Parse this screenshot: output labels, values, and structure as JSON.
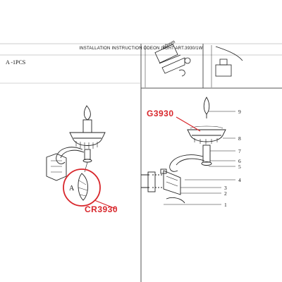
{
  "header": {
    "title": "INSTALLATION INSTRUCTION ODEON LIGHT ART.3930/1W",
    "quantity_label": "A -1PCS"
  },
  "left_panel": {
    "part_code": "CR3930",
    "callout_letter": "A"
  },
  "right_panel": {
    "part_code": "G3930",
    "top_detail_dimension": "60mm",
    "part_numbers": [
      "9",
      "8",
      "7",
      "6",
      "5",
      "4",
      "3",
      "2",
      "1"
    ]
  },
  "colors": {
    "callout": "#d8262b",
    "line": "#222222"
  }
}
